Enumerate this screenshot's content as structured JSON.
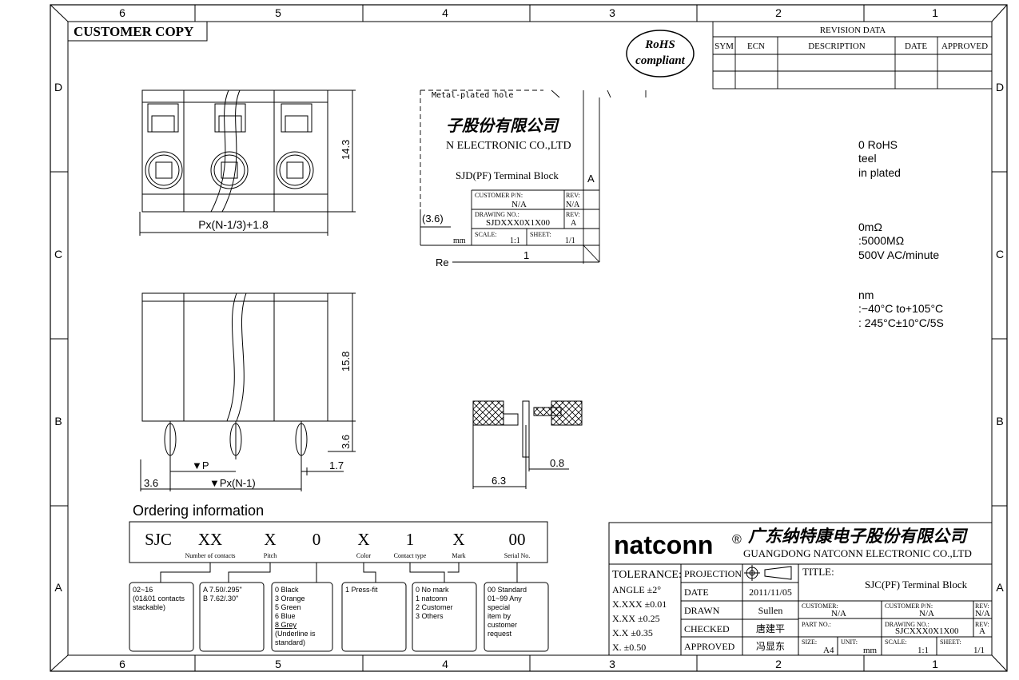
{
  "sheet": {
    "customer_copy": "CUSTOMER COPY",
    "column_labels": [
      "6",
      "5",
      "4",
      "3",
      "2",
      "1"
    ],
    "row_labels": [
      "D",
      "C",
      "B",
      "A"
    ],
    "rohs_line1": "RoHS",
    "rohs_line2": "compliant"
  },
  "revision": {
    "title": "REVISION DATA",
    "headers": [
      "SYM",
      "ECN",
      "DESCRIPTION",
      "DATE",
      "APPROVED"
    ]
  },
  "views": {
    "dim_pitch_formula": "Px(N-1/3)+1.8",
    "dim_height_top": "14.3",
    "dim_height_front": "15.8",
    "dim_pin": "3.6",
    "dim_pin_offset": "1.7",
    "dim_left": "3.6",
    "dim_p": "▼P",
    "dim_pxn": "▼Px(N-1)",
    "dim_section_w": "6.3",
    "dim_section_pin": "0.8"
  },
  "overlay": {
    "metal_hole": "Metal-plated hole",
    "company_cn_partial": "子股份有限公司",
    "company_en_partial": "N ELECTRONIC CO.,LTD",
    "title_partial": "SJD(PF)  Terminal Block",
    "rev_letter": "A",
    "customer_pn_label": "CUSTOMER P/N:",
    "customer_pn": "N/A",
    "rev_label": "REV:",
    "rev_value_1": "N/A",
    "drawing_no_label": "DRAWING NO.:",
    "drawing_no": "SJDXXX0X1X00",
    "rev_value_2": "A",
    "scale_label": "SCALE:",
    "scale": "1:1",
    "sheet_label": "SHEET:",
    "sheet": "1/1",
    "unit": "mm",
    "one": "1",
    "dim_36": "(3.6)",
    "re": "Re"
  },
  "specs": [
    "0 RoHS",
    "teel",
    "in plated",
    "0mΩ",
    ":5000MΩ",
    "500V AC/minute",
    "nm",
    ":−40°C to+105°C",
    ": 245°C±10°C/5S"
  ],
  "ordering": {
    "title": "Ordering  information",
    "code_parts": [
      "SJC",
      "XX",
      "X",
      "0",
      "X",
      "1",
      "X",
      "00"
    ],
    "captions": [
      "Number of contacts",
      "Pitch",
      "Color",
      "Contact type",
      "Mark",
      "Serial No."
    ],
    "options": [
      [
        "02~16",
        "(01&01 contacts",
        "stackable)"
      ],
      [
        "A 7.50/.295\"",
        "B 7.62/.30\""
      ],
      [
        "0 Black",
        "3 Orange",
        "5 Green",
        "6 Blue",
        "8 Grey",
        "(Underline is",
        "standard)"
      ],
      [
        "1 Press-fit"
      ],
      [
        "0 No mark",
        "1 natconn",
        "2 Customer",
        "3 Others"
      ],
      [
        "00 Standard",
        "01~99 Any",
        "special",
        "item by",
        "customer",
        "request"
      ]
    ]
  },
  "title_block": {
    "brand": "natconn",
    "registered": "®",
    "company_cn": "广东纳特康电子股份有限公司",
    "company_en": "GUANGDONG NATCONN ELECTRONIC CO.,LTD",
    "tolerance_label": "TOLERANCE:",
    "tolerances": [
      "ANGLE ±2°",
      "X.XXX ±0.01",
      "X.XX   ±0.25",
      "X.X     ±0.35",
      "X.       ±0.50"
    ],
    "projection_label": "PROJECTION",
    "date_label": "DATE",
    "date": "2011/11/05",
    "drawn_label": "DRAWN",
    "drawn": "Sullen",
    "checked_label": "CHECKED",
    "checked": "唐建平",
    "approved_label": "APPROVED",
    "approved": "冯显东",
    "title_label": "TITLE:",
    "title": "SJC(PF)  Terminal Block",
    "customer_label": "CUSTOMER:",
    "customer": "N/A",
    "customer_pn_label": "CUSTOMER P/N:",
    "customer_pn": "N/A",
    "rev_label": "REV:",
    "rev1": "N/A",
    "part_no_label": "PART NO.:",
    "drawing_no_label": "DRAWING NO.:",
    "drawing_no": "SJCXXX0X1X00",
    "rev2": "A",
    "size_label": "SIZE:",
    "size": "A4",
    "unit_label": "UNIT:",
    "unit": "mm",
    "scale_label": "SCALE:",
    "scale": "1:1",
    "sheet_label": "SHEET:",
    "sheet": "1/1"
  }
}
